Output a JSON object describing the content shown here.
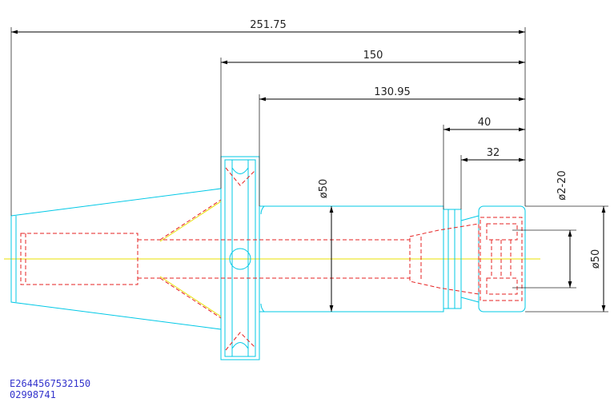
{
  "dimensions": {
    "overall_length": "251.75",
    "flange_to_end": "150",
    "body_length": "130.95",
    "nut_length": "40",
    "nut_inner_length": "32",
    "body_diameter": "ø50",
    "clamp_range": "ø2-20",
    "nut_diameter": "ø50"
  },
  "part_codes": {
    "line1": "E2644567532150",
    "line2": "02998741"
  },
  "colors": {
    "outline": "#00c8e6",
    "hidden": "#e62020",
    "centerline": "#e8e000",
    "dimension": "#000000",
    "code_text": "#3333cc"
  }
}
